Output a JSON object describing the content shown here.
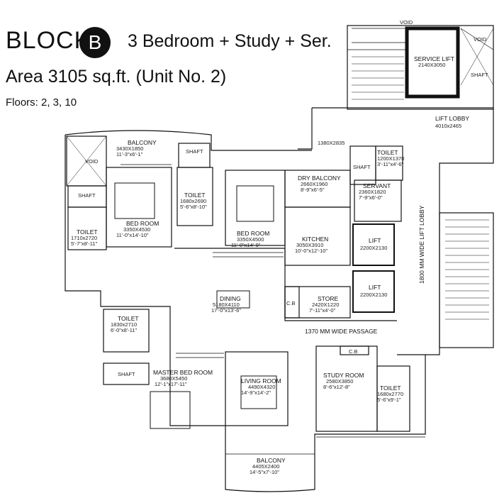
{
  "header": {
    "block_label": "BLOCK",
    "block_letter": "B",
    "unit_type": "3 Bedroom + Study + Ser.",
    "area": "Area 3105 sq.ft. (Unit No. 2)",
    "floors": "Floors: 2, 3, 10"
  },
  "rooms": {
    "balcony_top": {
      "name": "BALCONY",
      "dim_mm": "3430X1850",
      "dim_ft": "11'-3\"x6'-1\""
    },
    "void_left": {
      "name": "VOID"
    },
    "shaft_a": {
      "name": "SHAFT"
    },
    "shaft_b": {
      "name": "SHAFT"
    },
    "shaft_c": {
      "name": "SHAFT"
    },
    "shaft_d": {
      "name": "SHAFT"
    },
    "shaft_e": {
      "name": "SHAFT"
    },
    "bed_room_1": {
      "name": "BED ROOM",
      "dim_mm": "3350X4530",
      "dim_ft": "11'-0\"x14'-10\""
    },
    "toilet_1": {
      "name": "TOILET",
      "dim_mm": "1710x2720",
      "dim_ft": "5'-7\"x8'-11\""
    },
    "toilet_2": {
      "name": "TOILET",
      "dim_mm": "1680x2690",
      "dim_ft": "5'-6\"x8'-10\""
    },
    "bed_room_2": {
      "name": "BED ROOM",
      "dim_mm": "3350X4500",
      "dim_ft": "11'-0\"x14'-9\""
    },
    "dry_balcony": {
      "name": "DRY BALCONY",
      "dim_mm": "2660X1960",
      "dim_ft": "8'-9\"x6'-5\""
    },
    "servant": {
      "name": "SERVANT",
      "dim_mm": "2360X1820",
      "dim_ft": "7'-9\"x6'-0\""
    },
    "toilet_servant": {
      "name": "TOILET",
      "dim_mm": "1200X1370",
      "dim_ft": "3'-11\"x4'-6\""
    },
    "kitchen": {
      "name": "KITCHEN",
      "dim_mm": "3050X3910",
      "dim_ft": "10'-0\"x12'-10\""
    },
    "lift_1": {
      "name": "LIFT",
      "dim_mm": "2200X2130"
    },
    "lift_2": {
      "name": "LIFT",
      "dim_mm": "2200X2130"
    },
    "service_lift": {
      "name": "SERVICE LIFT",
      "dim_mm": "2140X3050"
    },
    "lift_lobby": {
      "name": "LIFT LOBBY",
      "dim_mm": "4010x2465"
    },
    "wide_lift_lobby": {
      "name": "1800 MM WIDE LIFT LOBBY"
    },
    "void_top": {
      "name": "VOID"
    },
    "void_right": {
      "name": "VOID"
    },
    "dim_1380": {
      "name": "1380X2835"
    },
    "store": {
      "name": "STORE",
      "dim_mm": "2420X1220",
      "dim_ft": "7'-11\"x4'-0\""
    },
    "cb_1": {
      "name": "C.B"
    },
    "cb_2": {
      "name": "C.B"
    },
    "dining": {
      "name": "DINING",
      "dim_mm": "5180X4110",
      "dim_ft": "17'-0\"x13'-6\""
    },
    "wide_passage": {
      "name": "1370 MM  WIDE PASSAGE"
    },
    "toilet_3": {
      "name": "TOILET",
      "dim_mm": "1830x2710",
      "dim_ft": "6'-0\"x8'-11\""
    },
    "master_bed_room": {
      "name": "MASTER BED ROOM",
      "dim_mm": "3680X5450",
      "dim_ft": "12'-1\"x17'-11\""
    },
    "living_room": {
      "name": "LIVING ROOM",
      "dim_mm": "4490X4320",
      "dim_ft": "14'-9\"x14'-2\""
    },
    "study_room": {
      "name": "STUDY ROOM",
      "dim_mm": "2580X3850",
      "dim_ft": "8'-6\"x12'-8\""
    },
    "toilet_4": {
      "name": "TOILET",
      "dim_mm": "1680x2770",
      "dim_ft": "5'-6\"x9'-1\""
    },
    "balcony_bottom": {
      "name": "BALCONY",
      "dim_mm": "4405X2400",
      "dim_ft": "14'-5\"x7'-10\""
    }
  }
}
